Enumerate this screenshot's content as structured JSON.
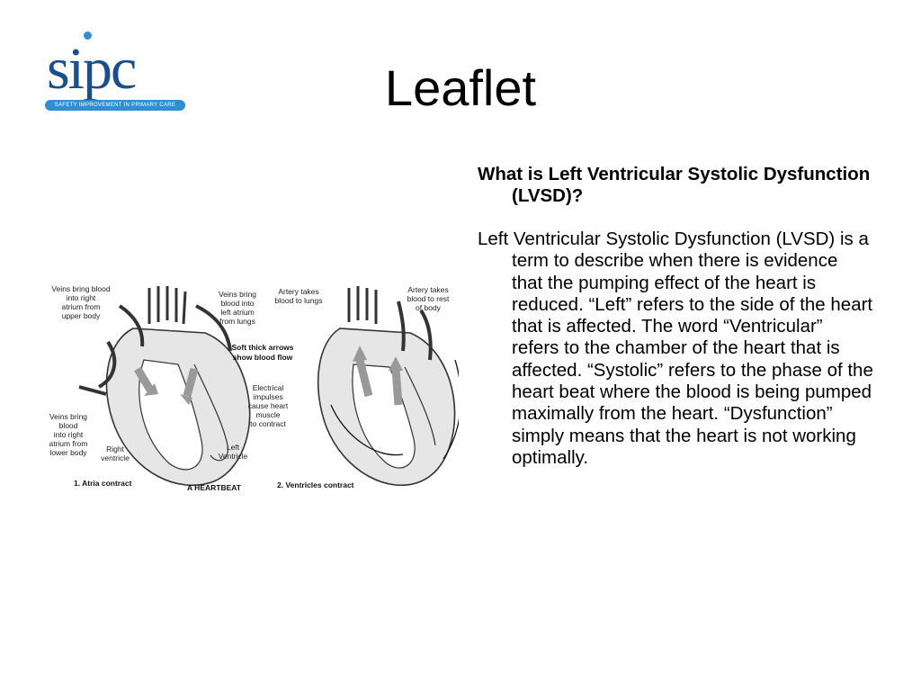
{
  "slide": {
    "title": "Leaflet",
    "logo": {
      "wordmark": "sipc",
      "tagline": "SAFETY IMPROVEMENT IN PRIMARY CARE",
      "color": "#1a4f8c",
      "accent": "#2f8fd0"
    },
    "question": "What is Left Ventricular Systolic Dysfunction (LVSD)?",
    "body": "Left Ventricular Systolic Dysfunction (LVSD) is a term to describe when there is evidence that the pumping effect of the heart is reduced. “Left” refers to the side of the heart that is affected.  The word “Ventricular” refers to the chamber of the heart that is affected. “Systolic” refers to the phase of the heart beat where the blood is being pumped maximally from the heart. “Dysfunction” simply means that the heart is not working optimally."
  },
  "diagram": {
    "labels": {
      "veins_upper": [
        "Veins bring blood",
        "into right",
        "atrium from",
        "upper body"
      ],
      "veins_lungs": [
        "Veins bring",
        "blood into",
        "left atrium",
        "from lungs"
      ],
      "artery_lungs": [
        "Artery takes",
        "blood to lungs"
      ],
      "artery_body": [
        "Artery takes",
        "blood to rest",
        "of body"
      ],
      "soft_arrows": [
        "Soft thick arrows",
        "show blood flow"
      ],
      "electrical": [
        "Electrical",
        "impulses",
        "cause heart",
        "muscle",
        "to contract"
      ],
      "veins_lower": [
        "Veins bring",
        "blood",
        "into right",
        "atrium from",
        "lower body"
      ],
      "right_ventricle": [
        "Right",
        "ventricle"
      ],
      "left_ventricle": [
        "Left",
        "Ventricle"
      ],
      "caption_1": "1. Atria contract",
      "caption_center": "A HEARTBEAT",
      "caption_2": "2. Ventricles contract"
    }
  }
}
